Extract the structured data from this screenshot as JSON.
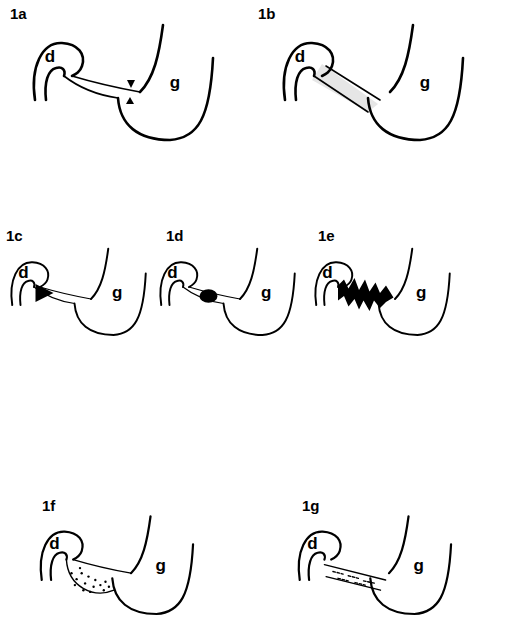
{
  "diagram": {
    "labels": [
      "1a",
      "d",
      "g",
      "1b",
      "d",
      "g",
      "1c",
      "d",
      "g",
      "1d",
      "d",
      "g",
      "1e",
      "d",
      "g",
      "1f",
      "d",
      "g",
      "1g",
      "d",
      "g"
    ]
  }
}
